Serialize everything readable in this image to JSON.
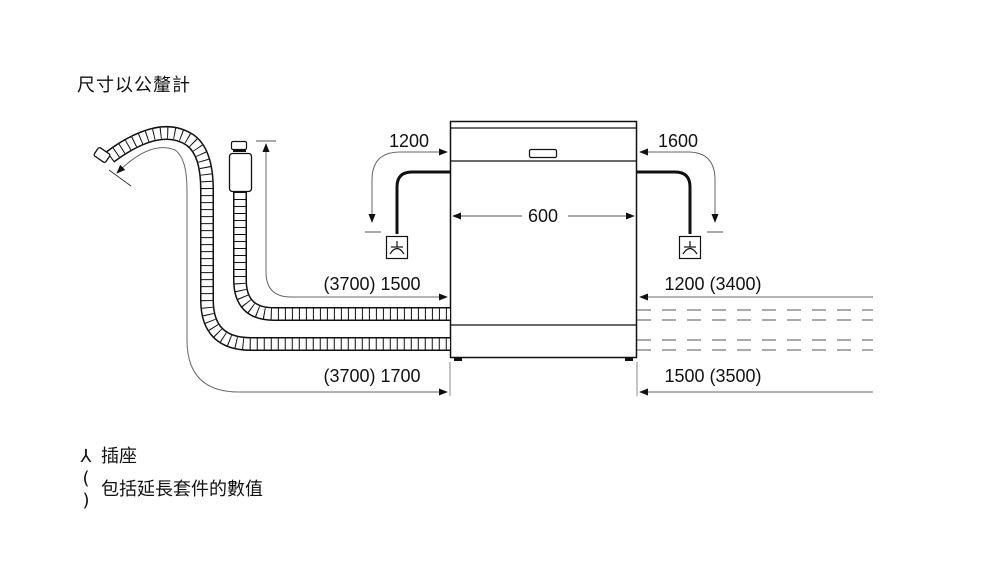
{
  "title": "尺寸以公釐計",
  "appliance": {
    "width_label": "600"
  },
  "power_cords": {
    "left_label": "1200",
    "right_label": "1600"
  },
  "hoses": {
    "left_upper_label": "(3700) 1500",
    "left_lower_label": "(3700) 1700",
    "right_upper_label": "1200 (3400)",
    "right_lower_label": "1500 (3500)"
  },
  "legend": {
    "socket_symbol": "⅄",
    "socket_label": "插座",
    "parens_symbol": "( )",
    "parens_label": "包括延長套件的數值"
  },
  "colors": {
    "line": "#111111",
    "dim_line": "#666666",
    "dash": "#777777"
  }
}
